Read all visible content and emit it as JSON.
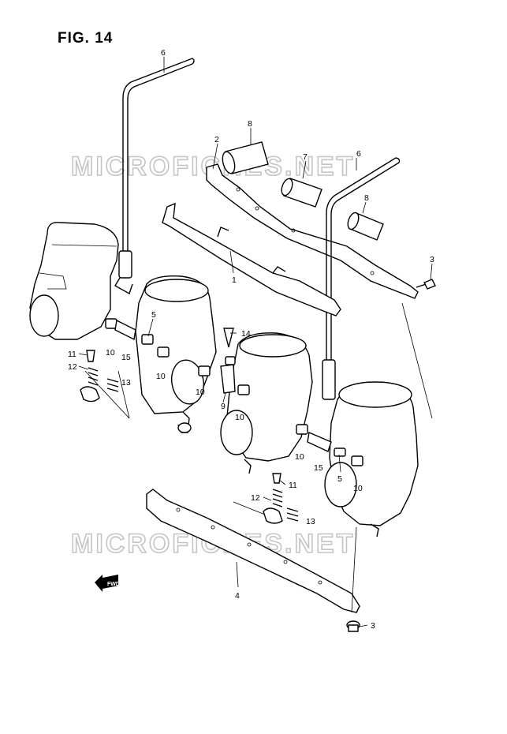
{
  "figure": {
    "title": "FIG. 14",
    "watermark_top": "MICROFICHES.NET",
    "watermark_bottom": "MICROFICHES.NET",
    "fwd_label": "FWD"
  },
  "callouts": [
    "6",
    "8",
    "2",
    "7",
    "6",
    "8",
    "3",
    "1",
    "5",
    "14",
    "11",
    "10",
    "12",
    "15",
    "13",
    "10",
    "10",
    "9",
    "10",
    "10",
    "11",
    "12",
    "15",
    "5",
    "10",
    "13",
    "4",
    "3"
  ]
}
